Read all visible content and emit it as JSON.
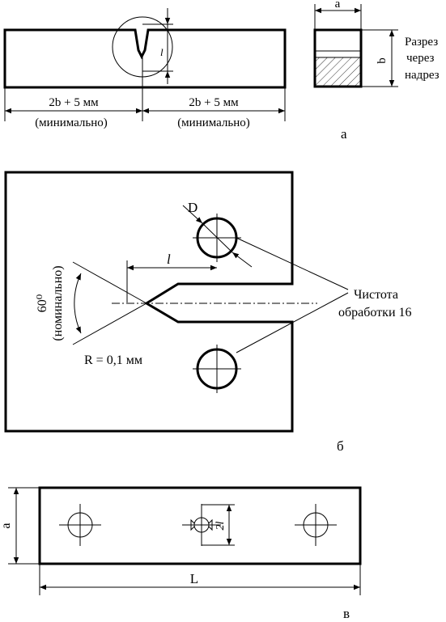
{
  "figure_a": {
    "dim_left": "2b + 5 мм",
    "dim_left_note": "(минимально)",
    "dim_right": "2b + 5 мм",
    "dim_right_note": "(минимально)",
    "notch_depth_label": "l",
    "section_width_label": "a",
    "section_height_label": "b",
    "section_note_line1": "Разрез",
    "section_note_line2": "через",
    "section_note_line3": "надрез",
    "caption": "а"
  },
  "figure_b": {
    "hole_diameter_label": "D",
    "notch_length_label": "l",
    "angle_label": "60⁰",
    "angle_note": "(номинально)",
    "radius_label": "R = 0,1 мм",
    "finish_line1": "Чистота",
    "finish_line2": "обработки 16",
    "caption": "б"
  },
  "figure_c": {
    "height_label": "a",
    "length_label": "L",
    "crack_label": "2l",
    "caption": "в"
  }
}
